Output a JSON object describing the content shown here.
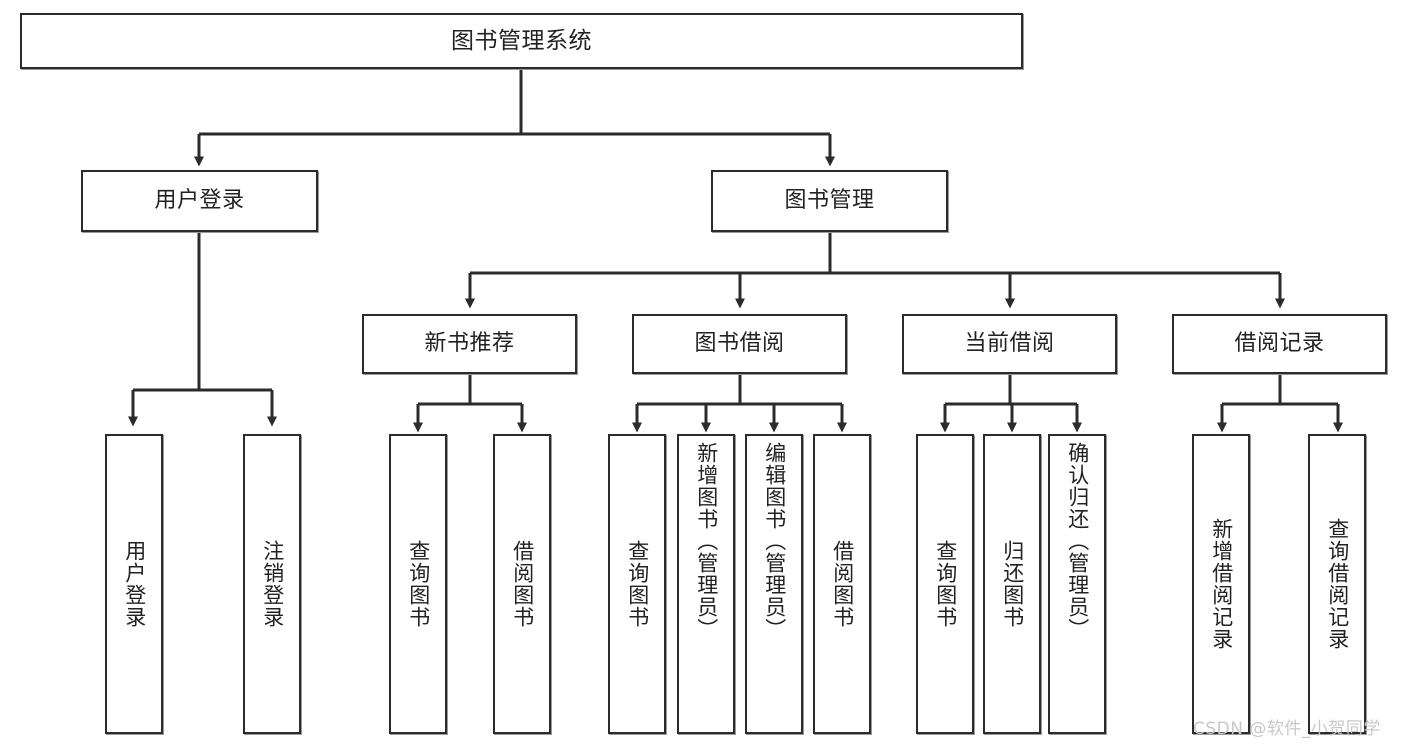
{
  "diagram": {
    "type": "tree-hierarchy-chart",
    "title": "图书管理系统",
    "line_color": "#2b2b2b",
    "box_fill": "#ffffff",
    "text_color": "#222222",
    "watermark": "CSDN @软件_小贺同学",
    "nodes": {
      "root": {
        "label": "图书管理系统"
      },
      "level2": [
        {
          "id": "user-login",
          "label": "用户登录"
        },
        {
          "id": "book-manage",
          "label": "图书管理"
        }
      ],
      "level3": [
        {
          "id": "new-book-rec",
          "label": "新书推荐"
        },
        {
          "id": "book-borrow",
          "label": "图书借阅"
        },
        {
          "id": "current-borrow",
          "label": "当前借阅"
        },
        {
          "id": "borrow-record",
          "label": "借阅记录"
        }
      ],
      "leaves": [
        {
          "id": "leaf-user-login",
          "label": "用户登录",
          "parent": "user-login"
        },
        {
          "id": "leaf-logout",
          "label": "注销登录",
          "parent": "user-login"
        },
        {
          "id": "leaf-query-book-1",
          "label": "查询图书",
          "parent": "new-book-rec"
        },
        {
          "id": "leaf-borrow-book-1",
          "label": "借阅图书",
          "parent": "new-book-rec"
        },
        {
          "id": "leaf-query-book-2",
          "label": "查询图书",
          "parent": "book-borrow"
        },
        {
          "id": "leaf-add-book",
          "label": "新增图书（管理员）",
          "parent": "book-borrow"
        },
        {
          "id": "leaf-edit-book",
          "label": "编辑图书（管理员）",
          "parent": "book-borrow"
        },
        {
          "id": "leaf-borrow-book-2",
          "label": "借阅图书",
          "parent": "book-borrow"
        },
        {
          "id": "leaf-query-book-3",
          "label": "查询图书",
          "parent": "current-borrow"
        },
        {
          "id": "leaf-return-book",
          "label": "归还图书",
          "parent": "current-borrow"
        },
        {
          "id": "leaf-confirm-return",
          "label": "确认归还（管理员）",
          "parent": "current-borrow"
        },
        {
          "id": "leaf-add-record",
          "label": "新增借阅记录",
          "parent": "borrow-record"
        },
        {
          "id": "leaf-query-record",
          "label": "查询借阅记录",
          "parent": "borrow-record"
        }
      ]
    }
  }
}
